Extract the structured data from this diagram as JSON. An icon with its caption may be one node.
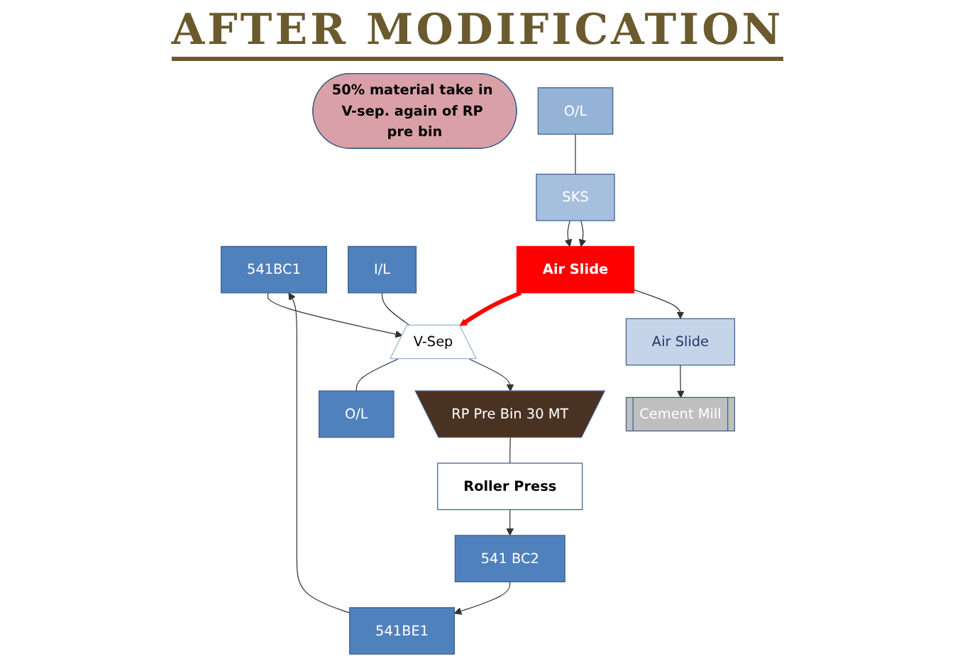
{
  "diagram": {
    "title": "AFTER MODIFICATION",
    "nodes": [
      {
        "text": [
          "541BC1"
        ]
      },
      {
        "text": [
          "V-Sep"
        ]
      },
      {
        "text": [
          "I/L"
        ]
      },
      {
        "text": [
          "O/L"
        ]
      },
      {
        "text": [
          "50% material take in V-sep. again of RP pre bin"
        ]
      },
      {
        "text": [
          "SKS"
        ]
      },
      {
        "text": [
          "O/L"
        ]
      },
      {
        "text": [
          "Air Slide"
        ]
      },
      {
        "text": [
          "RP Pre Bin 30 MT"
        ]
      },
      {
        "text": [
          "Roller Press"
        ]
      },
      {
        "text": [
          "541 BC2"
        ]
      },
      {
        "text": [
          "541BE1"
        ]
      },
      {
        "text": [
          "Air Slide"
        ]
      },
      {
        "text": [
          "Cement Mill"
        ]
      }
    ],
    "edges": [
      {
        "from": 0,
        "to": 1,
        "arrow": "to"
      },
      {
        "from": 2,
        "to": 1,
        "arrow": "none"
      },
      {
        "from": 1,
        "to": 3,
        "arrow": "none"
      },
      {
        "from": 6,
        "to": 5,
        "arrow": "none"
      },
      {
        "from": 1,
        "to": 8,
        "arrow": "to"
      },
      {
        "from": 7,
        "to": 1,
        "arrow": "to",
        "style": "thick",
        "color": "#ff0000"
      },
      {
        "from": 5,
        "to": 7,
        "arrow": "to"
      },
      {
        "from": 5,
        "to": 7,
        "arrow": "to"
      },
      {
        "from": 7,
        "to": 12,
        "arrow": "to"
      },
      {
        "from": 12,
        "to": 13,
        "arrow": "to"
      },
      {
        "from": 8,
        "to": 9,
        "arrow": "none"
      },
      {
        "from": 9,
        "to": 10,
        "arrow": "to"
      },
      {
        "from": 10,
        "to": 11,
        "arrow": "to"
      },
      {
        "from": 11,
        "to": 0,
        "arrow": "to"
      }
    ]
  }
}
